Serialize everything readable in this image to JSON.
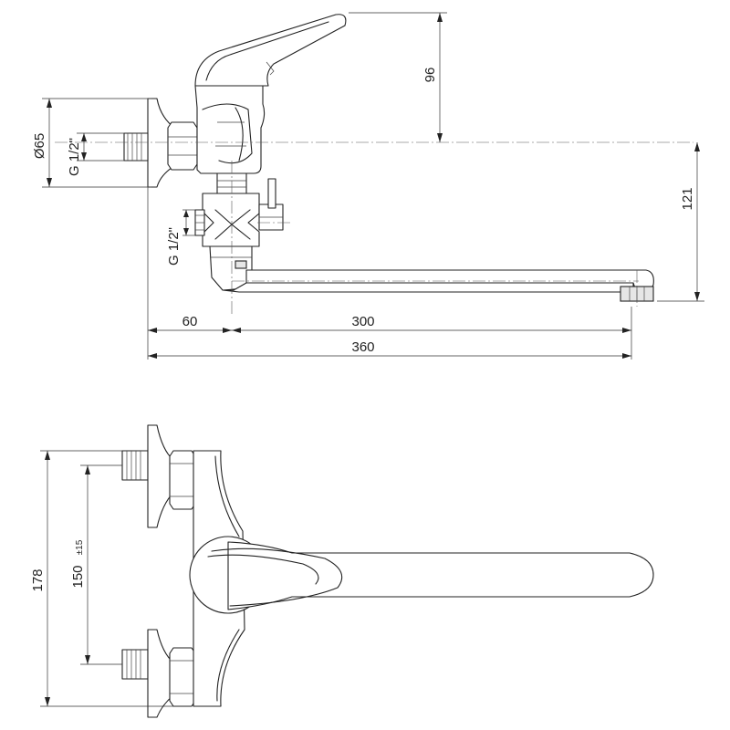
{
  "dimensions": {
    "handle_height": "96",
    "spout_height": "121",
    "flange_diameter": "Ø65",
    "inlet_thread": "G 1/2\"",
    "diverter_thread": "G 1/2\"",
    "offset_60": "60",
    "spout_300": "300",
    "total_360": "360",
    "height_178": "178",
    "spacing_150": "150",
    "spacing_tolerance": "±15"
  },
  "colors": {
    "line": "#222222",
    "background": "#ffffff"
  }
}
